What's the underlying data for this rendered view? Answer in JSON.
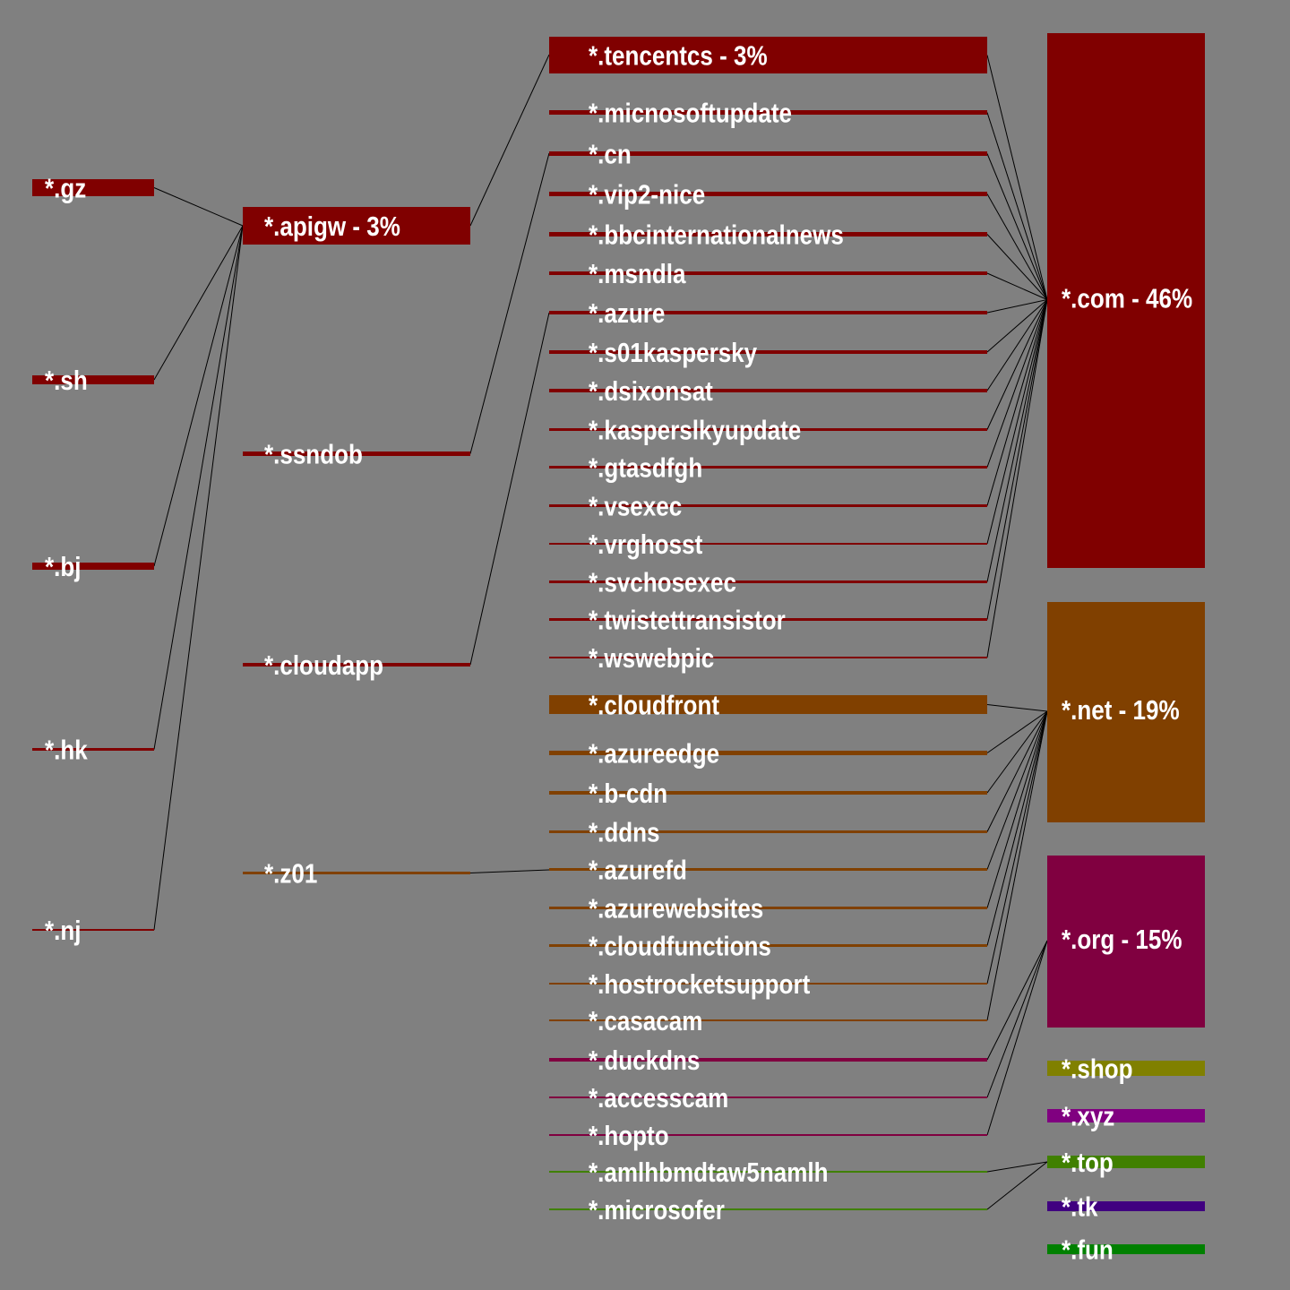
{
  "colors": {
    "background": "#808080",
    "link": "#000000",
    "label": "#ffffff"
  },
  "columns": [
    {
      "name": "subdomain-level-3",
      "nodes": [
        {
          "id": "gz",
          "label": "*.gz",
          "color": "#800000"
        },
        {
          "id": "sh",
          "label": "*.sh",
          "color": "#800000"
        },
        {
          "id": "bj",
          "label": "*.bj",
          "color": "#800000"
        },
        {
          "id": "hk",
          "label": "*.hk",
          "color": "#800000"
        },
        {
          "id": "nj",
          "label": "*.nj",
          "color": "#800000"
        }
      ]
    },
    {
      "name": "subdomain-level-2",
      "nodes": [
        {
          "id": "apigw",
          "label": "*.apigw - 3%",
          "color": "#800000"
        },
        {
          "id": "ssndob",
          "label": "*.ssndob",
          "color": "#800000"
        },
        {
          "id": "cloudapp",
          "label": "*.cloudapp",
          "color": "#800000"
        },
        {
          "id": "z01",
          "label": "*.z01",
          "color": "#804000"
        }
      ]
    },
    {
      "name": "second-level-domain",
      "nodes": [
        {
          "id": "tencentcs",
          "label": "*.tencentcs - 3%",
          "color": "#800000"
        },
        {
          "id": "micnosoftupdate",
          "label": "*.micnosoftupdate",
          "color": "#800000"
        },
        {
          "id": "cn",
          "label": "*.cn",
          "color": "#800000"
        },
        {
          "id": "vip2-nice",
          "label": "*.vip2-nice",
          "color": "#800000"
        },
        {
          "id": "bbcinternationalnews",
          "label": "*.bbcinternationalnews",
          "color": "#800000"
        },
        {
          "id": "msndla",
          "label": "*.msndla",
          "color": "#800000"
        },
        {
          "id": "azure",
          "label": "*.azure",
          "color": "#800000"
        },
        {
          "id": "s01kaspersky",
          "label": "*.s01kaspersky",
          "color": "#800000"
        },
        {
          "id": "dsixonsat",
          "label": "*.dsixonsat",
          "color": "#800000"
        },
        {
          "id": "kasperslkyupdate",
          "label": "*.kasperslkyupdate",
          "color": "#800000"
        },
        {
          "id": "gtasdfgh",
          "label": "*.gtasdfgh",
          "color": "#800000"
        },
        {
          "id": "vsexec",
          "label": "*.vsexec",
          "color": "#800000"
        },
        {
          "id": "vrghosst",
          "label": "*.vrghosst",
          "color": "#800000"
        },
        {
          "id": "svchosexec",
          "label": "*.svchosexec",
          "color": "#800000"
        },
        {
          "id": "twistettransistor",
          "label": "*.twistettransistor",
          "color": "#800000"
        },
        {
          "id": "wswebpic",
          "label": "*.wswebpic",
          "color": "#800000"
        },
        {
          "id": "cloudfront",
          "label": "*.cloudfront",
          "color": "#804000"
        },
        {
          "id": "azureedge",
          "label": "*.azureedge",
          "color": "#804000"
        },
        {
          "id": "b-cdn",
          "label": "*.b-cdn",
          "color": "#804000"
        },
        {
          "id": "ddns",
          "label": "*.ddns",
          "color": "#804000"
        },
        {
          "id": "azurefd",
          "label": "*.azurefd",
          "color": "#804000"
        },
        {
          "id": "azurewebsites",
          "label": "*.azurewebsites",
          "color": "#804000"
        },
        {
          "id": "cloudfunctions",
          "label": "*.cloudfunctions",
          "color": "#804000"
        },
        {
          "id": "hostrocketsupport",
          "label": "*.hostrocketsupport",
          "color": "#804000"
        },
        {
          "id": "casacam",
          "label": "*.casacam",
          "color": "#804000"
        },
        {
          "id": "duckdns",
          "label": "*.duckdns",
          "color": "#800040"
        },
        {
          "id": "accesscam",
          "label": "*.accesscam",
          "color": "#800040"
        },
        {
          "id": "hopto",
          "label": "*.hopto",
          "color": "#800040"
        },
        {
          "id": "amlhbmdtaw5namlh",
          "label": "*.amlhbmdtaw5namlh",
          "color": "#408000"
        },
        {
          "id": "microsofer",
          "label": "*.microsofer",
          "color": "#408000"
        }
      ]
    },
    {
      "name": "top-level-domain",
      "nodes": [
        {
          "id": "com",
          "label": "*.com - 46%",
          "color": "#800000"
        },
        {
          "id": "net",
          "label": "*.net - 19%",
          "color": "#804000"
        },
        {
          "id": "org",
          "label": "*.org - 15%",
          "color": "#800040"
        },
        {
          "id": "shop",
          "label": "*.shop",
          "color": "#808000"
        },
        {
          "id": "xyz",
          "label": "*.xyz",
          "color": "#800080"
        },
        {
          "id": "top",
          "label": "*.top",
          "color": "#408000"
        },
        {
          "id": "tk",
          "label": "*.tk",
          "color": "#400080"
        },
        {
          "id": "fun",
          "label": "*.fun",
          "color": "#008000"
        }
      ]
    }
  ],
  "links": [
    [
      "gz",
      "apigw"
    ],
    [
      "sh",
      "apigw"
    ],
    [
      "bj",
      "apigw"
    ],
    [
      "hk",
      "apigw"
    ],
    [
      "nj",
      "apigw"
    ],
    [
      "apigw",
      "tencentcs"
    ],
    [
      "ssndob",
      "cn"
    ],
    [
      "cloudapp",
      "azure"
    ],
    [
      "z01",
      "azurefd"
    ],
    [
      "tencentcs",
      "com"
    ],
    [
      "micnosoftupdate",
      "com"
    ],
    [
      "cn",
      "com"
    ],
    [
      "vip2-nice",
      "com"
    ],
    [
      "bbcinternationalnews",
      "com"
    ],
    [
      "msndla",
      "com"
    ],
    [
      "azure",
      "com"
    ],
    [
      "s01kaspersky",
      "com"
    ],
    [
      "dsixonsat",
      "com"
    ],
    [
      "kasperslkyupdate",
      "com"
    ],
    [
      "gtasdfgh",
      "com"
    ],
    [
      "vsexec",
      "com"
    ],
    [
      "vrghosst",
      "com"
    ],
    [
      "svchosexec",
      "com"
    ],
    [
      "twistettransistor",
      "com"
    ],
    [
      "wswebpic",
      "com"
    ],
    [
      "cloudfront",
      "net"
    ],
    [
      "azureedge",
      "net"
    ],
    [
      "b-cdn",
      "net"
    ],
    [
      "ddns",
      "net"
    ],
    [
      "azurefd",
      "net"
    ],
    [
      "azurewebsites",
      "net"
    ],
    [
      "cloudfunctions",
      "net"
    ],
    [
      "hostrocketsupport",
      "net"
    ],
    [
      "casacam",
      "net"
    ],
    [
      "duckdns",
      "org"
    ],
    [
      "accesscam",
      "org"
    ],
    [
      "hopto",
      "org"
    ],
    [
      "amlhbmdtaw5namlh",
      "top"
    ],
    [
      "microsofer",
      "top"
    ]
  ]
}
